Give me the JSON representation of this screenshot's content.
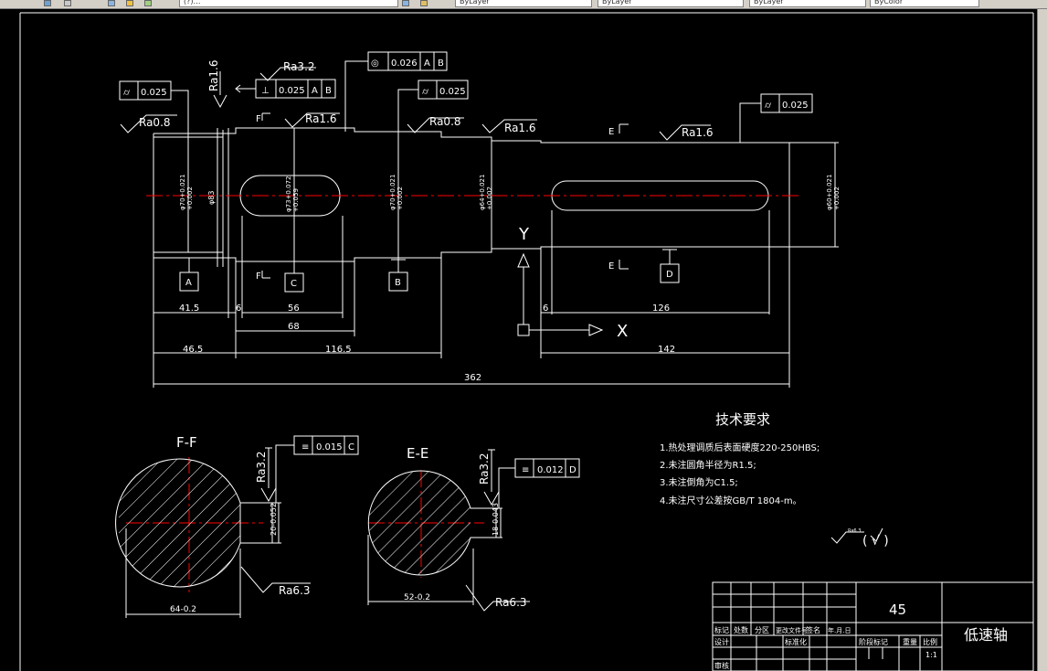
{
  "toolbar": {
    "layer_dropdown": "(?)…",
    "layer_combo": "ByLayer",
    "linetype_combo": "ByLayer",
    "lineweight_combo": "ByLayer",
    "plot_style_combo": "ByColor"
  },
  "drawing": {
    "gdt": {
      "top_circularity": "0.025",
      "perp_value": "0.025",
      "perp_datum_a": "A",
      "perp_datum_b": "B",
      "concentric_value": "0.026",
      "concentric_datum_a": "A",
      "concentric_datum_b": "B",
      "cyl2": "0.025",
      "cyl3": "0.025",
      "ff_sym_value": "0.015",
      "ff_sym_datum": "C",
      "ee_sym_value": "0.012",
      "ee_sym_datum": "D"
    },
    "roughness": {
      "ra08_a": "Ra0.8",
      "ra16_vert": "Ra1.6",
      "ra32_top": "Ra3.2",
      "ra16_b": "Ra1.6",
      "ra08_b": "Ra0.8",
      "ra16_c": "Ra1.6",
      "ra16_d": "Ra1.6",
      "ff_ra32": "Ra3.2",
      "ff_ra63": "Ra6.3",
      "ee_ra32": "Ra3.2",
      "ee_ra63": "Ra6.3"
    },
    "diameters": {
      "d1": "φ70+0.021\n+0.002",
      "d2": "φ83",
      "d3": "φ73+0.072\n+0.059",
      "d4": "φ70+0.021\n+0.002",
      "d5": "φ64+0.021\n+0.002",
      "d6": "φ60+0.021\n+0.002"
    },
    "datums": {
      "a": "A",
      "c": "C",
      "b": "B",
      "d": "D"
    },
    "section_marks": {
      "f1": "F",
      "f2": "F",
      "e1": "E",
      "e2": "E"
    },
    "dims": {
      "d41_5": "41.5",
      "d6a": "6",
      "d56": "56",
      "d68": "68",
      "d46_5": "46.5",
      "d116_5": "116.5",
      "d6b": "6",
      "d126": "126",
      "d142": "142",
      "d362": "362"
    },
    "ucs": {
      "x": "X",
      "y": "Y"
    },
    "sections": {
      "ff_title": "F-F",
      "ee_title": "E-E",
      "ff_key_width": "20-0.052",
      "ff_depth": "64-0.2",
      "ee_key_width": "18-0.043",
      "ee_depth": "52-0.2"
    },
    "tech": {
      "title": "技术要求",
      "items": [
        "1.热处理调质后表面硬度220-250HBS;",
        "2.未注圆角半径为R1.5;",
        "3.未注倒角为C1.5;",
        "4.未注尺寸公差按GB/T 1804-m。"
      ]
    },
    "other_roughness": {
      "value": "Ra6.3",
      "paren": "( √ )"
    },
    "title_block": {
      "material": "45",
      "name": "低速轴",
      "h_mark": "标记",
      "h_count": "处数",
      "h_zone": "分区",
      "h_docno": "更改文件号",
      "h_sign": "签名",
      "h_date": "年.月.日",
      "design": "设计",
      "std": "标准化",
      "stage": "阶段标记",
      "weight": "重量",
      "scale_lbl": "比例",
      "scale_val": "1:1",
      "review": "审核"
    }
  },
  "colors": {
    "background": "#000000",
    "line": "#ffffff",
    "centerline": "#ff0000",
    "toolbar": "#d4d0c8"
  }
}
